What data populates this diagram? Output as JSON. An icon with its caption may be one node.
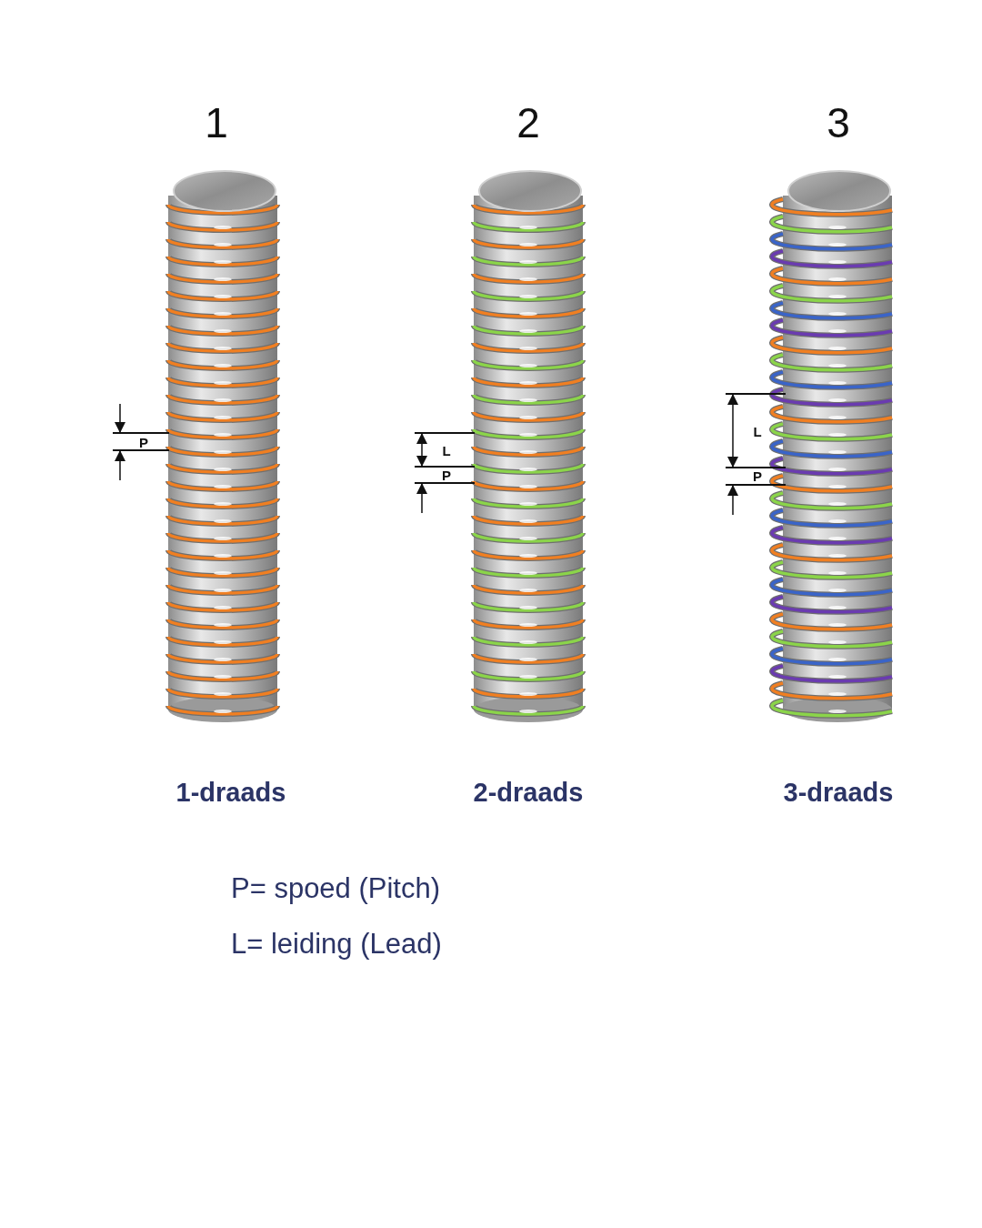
{
  "diagram": {
    "labels": [
      "1",
      "2",
      "3",
      "P",
      "L",
      "P",
      "L",
      "P",
      "1-draads",
      "2-draads",
      "3-draads",
      "P= spoed (Pitch)",
      "L= leiding (Lead)"
    ]
  }
}
